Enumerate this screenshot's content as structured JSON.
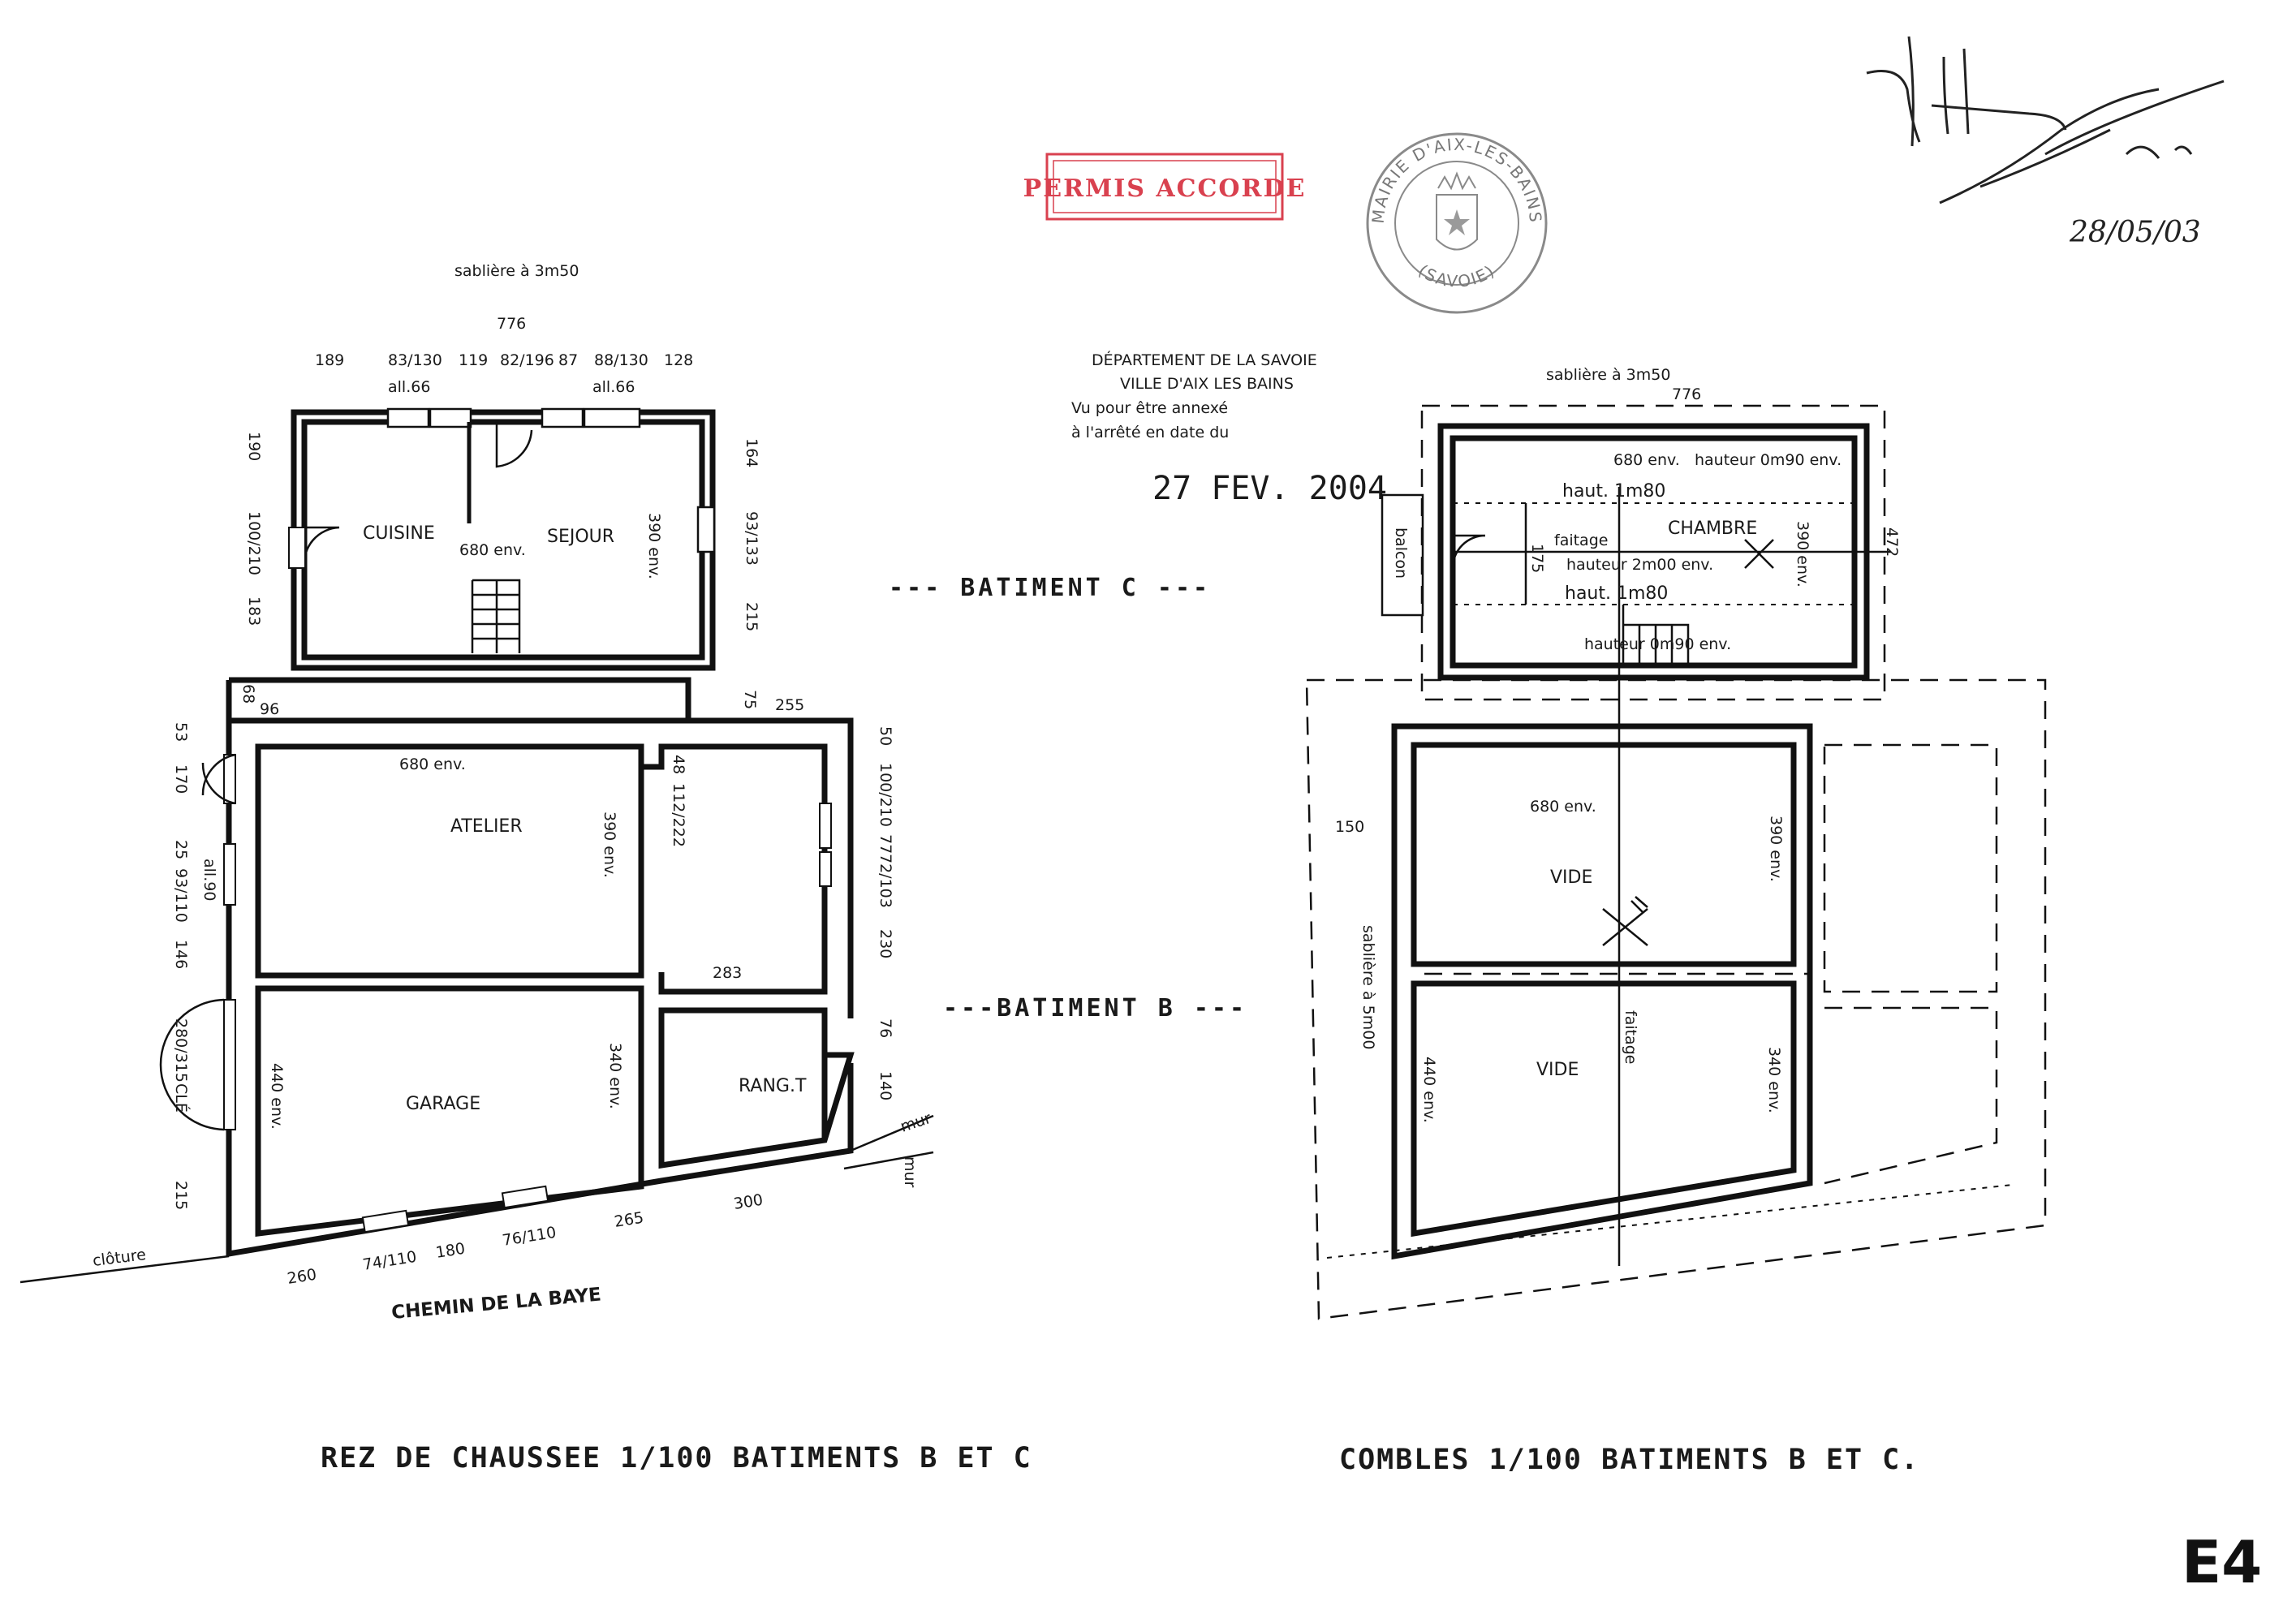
{
  "stamp": {
    "text": "PERMIS ACCORDE",
    "color": "#d9414f"
  },
  "seal": {
    "ring_top": "MAIRIE D'AIX-LES-BAINS",
    "ring_bottom": "(SAVOIE)"
  },
  "signature": {
    "date": "28/05/03"
  },
  "approval": {
    "line1": "DÉPARTEMENT DE LA SAVOIE",
    "line2": "VILLE D'AIX LES BAINS",
    "line3": "Vu pour être annexé",
    "line4": "à l'arrêté en date du",
    "date": "27 FEV. 2004"
  },
  "buildings": {
    "c": "--- BATIMENT C ---",
    "b": "---BATIMENT B ---"
  },
  "left_plan": {
    "sabliere": "sablière à 3m50",
    "top_total": "776",
    "top_dims": [
      "189",
      "83/130",
      "119",
      "82/196",
      "87",
      "88/130",
      "128"
    ],
    "all_left": "all.66",
    "all_right": "all.66",
    "rooms": {
      "cuisine": "CUISINE",
      "sejour": "SEJOUR",
      "atelier": "ATELIER",
      "garage": "GARAGE",
      "rang": "RANG.T"
    },
    "inner": {
      "w680_c": "680 env.",
      "h390_c": "390 env.",
      "w680_b": "680 env.",
      "h390_b": "390 env.",
      "h440": "440 env.",
      "h340": "340 env.",
      "d48": "48",
      "d112": "112/222",
      "d283": "283"
    },
    "left_dims_c": [
      "190",
      "100/210",
      "183"
    ],
    "right_dims_c": [
      "164",
      "93/133",
      "215"
    ],
    "mid_dims": {
      "d68": "68",
      "d96": "96",
      "d175": "75",
      "d255": "255"
    },
    "left_dims_b": [
      "53",
      "170",
      "25",
      "93/110",
      "146",
      "280/315",
      "215"
    ],
    "all90": "all.90",
    "cle": "CLÉ",
    "right_dims_b": [
      "50",
      "100/210",
      "77",
      "72/103",
      "230",
      "76",
      "140"
    ],
    "bottom_dims": [
      "260",
      "74/110",
      "180",
      "76/110",
      "265",
      "300"
    ],
    "cloture": "clôture",
    "mur1": "mur",
    "mur2": "mur",
    "road": "CHEMIN DE LA BAYE"
  },
  "right_plan": {
    "sabliere": "sablière à 3m50",
    "top_total": "776",
    "env680": "680 env.",
    "hauteur1": "hauteur 0m90 env.",
    "haut1": "haut. 1m80",
    "faitage": "faitage",
    "chambre": "CHAMBRE",
    "h175": "175",
    "hauteur2": "hauteur 2m00 env.",
    "haut2": "haut. 1m80",
    "hauteur3": "hauteur 0m90 env.",
    "balcon": "balcon",
    "h390": "390 env.",
    "d472": "472",
    "d150": "150",
    "vide_w680": "680 env.",
    "vide1": "VIDE",
    "vide_h390": "390 env.",
    "sabliere5": "sablière à 5m00",
    "faitage2": "faitage",
    "h440": "440 env.",
    "vide2": "VIDE",
    "h340": "340 env."
  },
  "captions": {
    "left": "REZ DE CHAUSSEE  1/100  BATIMENTS B ET C",
    "right": "COMBLES  1/100  BATIMENTS B ET C."
  },
  "sheet": "E4"
}
